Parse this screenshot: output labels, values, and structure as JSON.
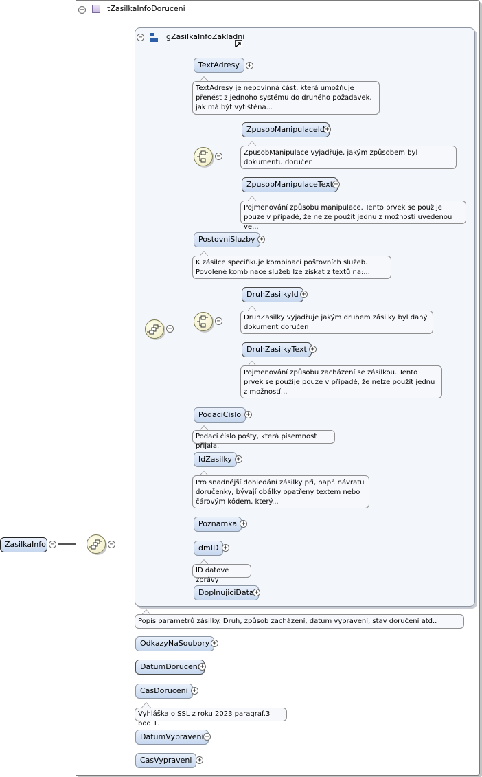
{
  "root": {
    "name": "ZasilkaInfo"
  },
  "type_box": {
    "title": "tZasilkaInfoDoruceni"
  },
  "group_box": {
    "title": "gZasilkaInfoZakladni"
  },
  "elements": {
    "text_adresy": {
      "name": "TextAdresy",
      "doc": "TextAdresy je nepovinná část, která umožňuje přenést z jednoho systému do druhého požadavek, jak má být vytištěna..."
    },
    "zpusob_manipulace_id": {
      "name": "ZpusobManipulaceId",
      "doc": "ZpusobManipulace vyjadřuje, jakým způsobem byl dokumentu doručen."
    },
    "zpusob_manipulace_text": {
      "name": "ZpusobManipulaceText",
      "doc": "Pojmenování způsobu manipulace. Tento prvek se použije pouze v případě, že nelze použít jednu z možností uvedenou ve..."
    },
    "postovni_sluzby": {
      "name": "PostovniSluzby",
      "doc": "K zásilce specifikuje kombinaci poštovních služeb. Povolené kombinace služeb lze získat z textů na:..."
    },
    "druh_zasilky_id": {
      "name": "DruhZasilkyId",
      "doc": "DruhZasilky vyjadřuje jakým druhem zásilky byl daný dokument doručen"
    },
    "druh_zasilky_text": {
      "name": "DruhZasilkyText",
      "doc": "Pojmenování způsobu zacházení se zásilkou. Tento prvek se použije pouze v případě, že nelze použít jednu z možností..."
    },
    "podaci_cislo": {
      "name": "PodaciCislo",
      "doc": "Podací číslo pošty, která písemnost přijala."
    },
    "id_zasilky": {
      "name": "IdZasilky",
      "doc": "Pro snadnější dohledání zásilky při, např. návratu doručenky, bývají obálky opatřeny textem nebo čárovým kódem, který..."
    },
    "poznamka": {
      "name": "Poznamka"
    },
    "dm_id": {
      "name": "dmID",
      "doc": "ID datové zprávy"
    },
    "doplnujici_data": {
      "name": "DoplnujiciData"
    },
    "group_doc": "Popis parametrů zásilky. Druh, způsob zacházení, datum vypravení, stav doručení atd..",
    "odkazy_na_soubory": {
      "name": "OdkazyNaSoubory"
    },
    "datum_doruceni": {
      "name": "DatumDoruceni"
    },
    "cas_doruceni": {
      "name": "CasDoruceni",
      "doc": "Vyhláška o SSL z roku 2023 paragraf.3 bod 1."
    },
    "datum_vypraveni": {
      "name": "DatumVypraveni"
    },
    "cas_vypraveni": {
      "name": "CasVypraveni"
    }
  },
  "symbols": {
    "expand": "+",
    "collapse": "−"
  },
  "icons": [
    "sequence-compositor-icon",
    "choice-compositor-icon",
    "complex-type-icon",
    "group-icon",
    "reference-arrow-icon"
  ]
}
